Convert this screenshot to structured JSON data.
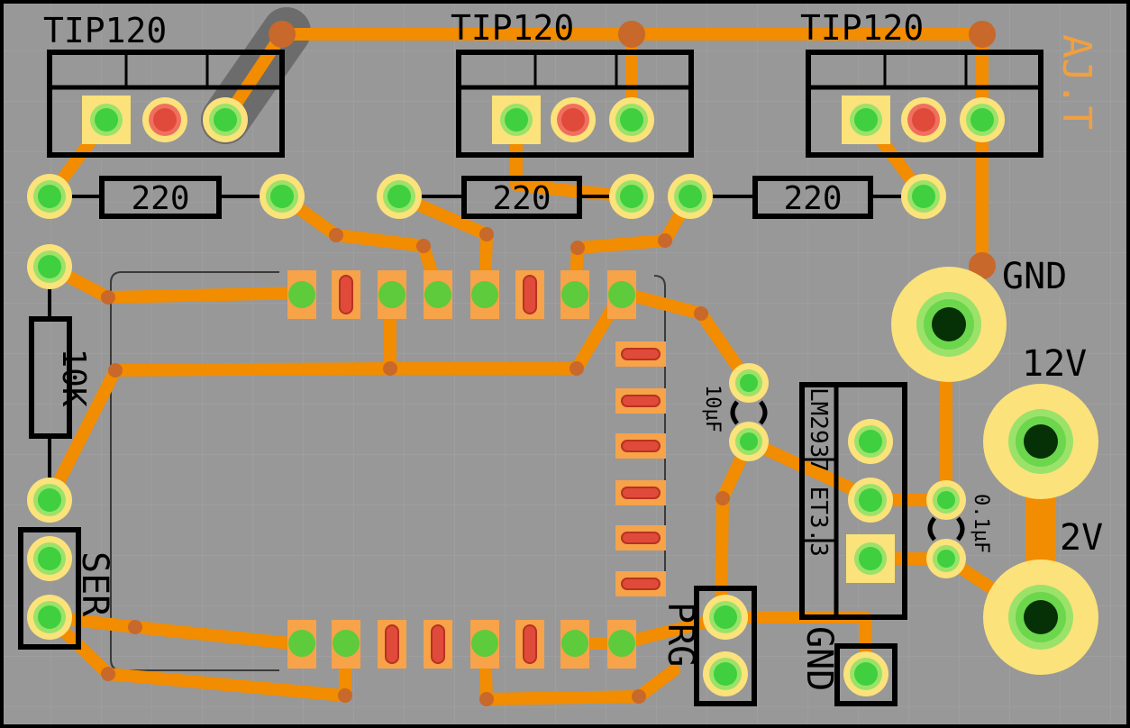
{
  "colors": {
    "board": "#989898",
    "grid": "#a2a2a2",
    "trace": "#f28c00",
    "via": "#c8682a",
    "pad_ring": "#fbe27a",
    "pad_green": "#3fd13f",
    "pad_red": "#e04a3a",
    "smd_pad": "#f6a34a",
    "silk": "#000000",
    "signature": "#f0a040",
    "outline": "#000000"
  },
  "transistors": [
    {
      "label": "TIP120"
    },
    {
      "label": "TIP120"
    },
    {
      "label": "TIP120"
    }
  ],
  "resistors": [
    {
      "label": "220"
    },
    {
      "label": "220"
    },
    {
      "label": "220"
    },
    {
      "label": "10K"
    }
  ],
  "regulator": {
    "label": "LM2937 ET3.3"
  },
  "capacitors": [
    {
      "label": "10µF"
    },
    {
      "label": "0.1µF"
    }
  ],
  "connectors": {
    "ser": "SER",
    "prg": "PRG",
    "gnd_header": "GND"
  },
  "power": [
    {
      "label": "GND"
    },
    {
      "label": "12V"
    },
    {
      "label": "2V"
    }
  ],
  "signature": "AJ.T"
}
